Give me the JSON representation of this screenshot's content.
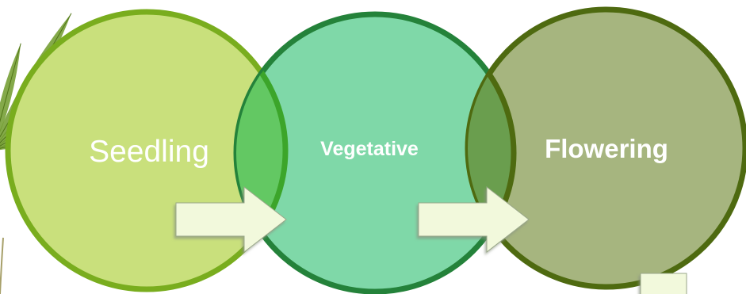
{
  "stages": [
    {
      "label": "Seedling",
      "fill": "#c9e07c",
      "stroke": "#79ad1e",
      "label_weight": "normal"
    },
    {
      "label": "Vegetative",
      "fill": "#7fd8a8",
      "stroke": "#24823a",
      "label_weight": "bold"
    },
    {
      "label": "Flowering",
      "fill": "#a6b57f",
      "stroke": "#4e6a10",
      "label_weight": "bold"
    }
  ],
  "overlaps": [
    {
      "fill": "#63c863",
      "stroke": "#3ca52a"
    },
    {
      "fill": "#6a9e4e",
      "stroke": "#4e6a10"
    }
  ],
  "arrow": {
    "fill": "#f2f9dc",
    "edge": "#9aa88a"
  },
  "leaf": {
    "color": "#6f9a2a",
    "vein": "#4f7416"
  },
  "stem": {
    "color": "#a7a06a"
  }
}
